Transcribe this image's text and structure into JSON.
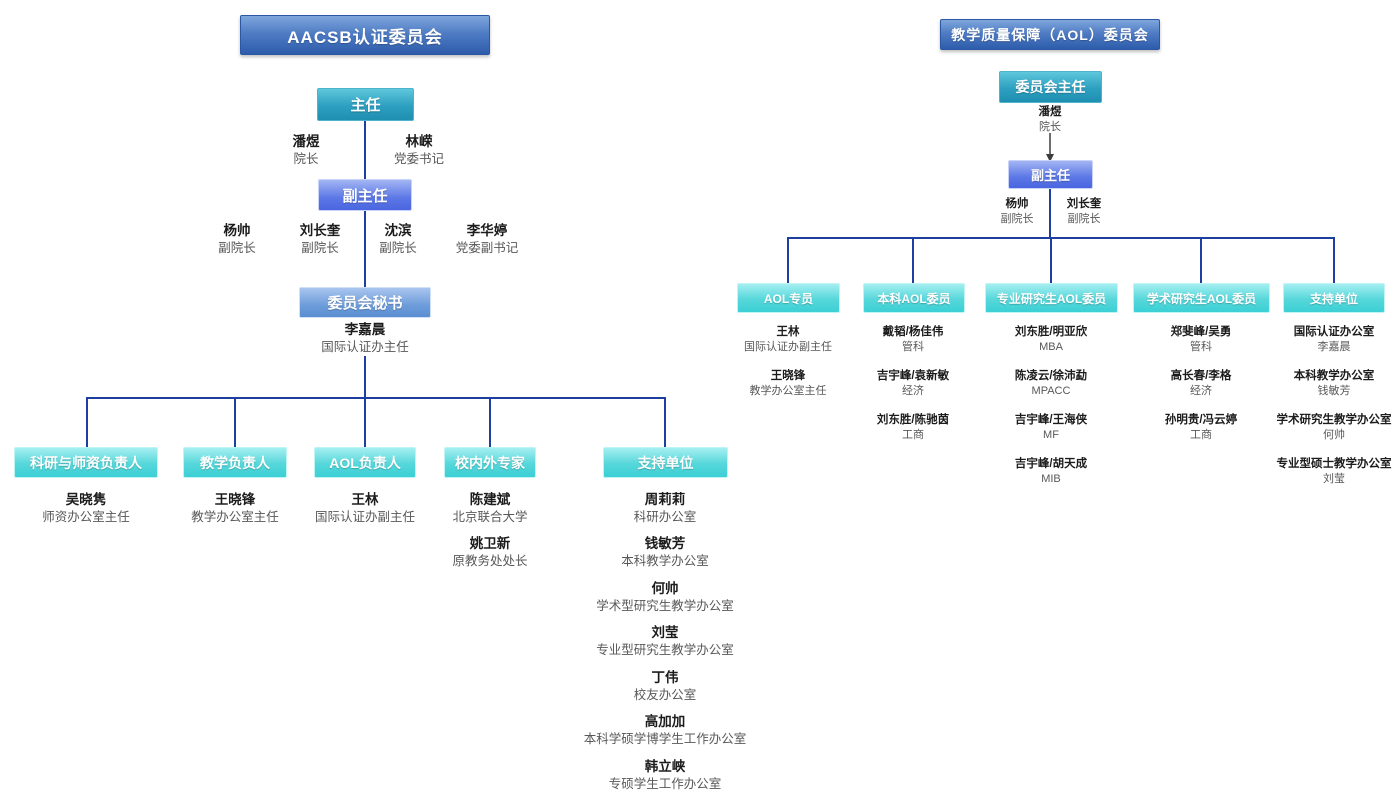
{
  "colors": {
    "header_blue_top": "#7fa6dc",
    "header_blue_bottom": "#2d5cab",
    "teal_top": "#5ec7dc",
    "teal_bottom": "#1e8fb0",
    "periwinkle_top": "#a3b5f3",
    "periwinkle_bottom": "#4a66e0",
    "secretary_blue_top": "#a9c5ef",
    "secretary_blue_bottom": "#5a8ed2",
    "cyan_top": "#a5eff1",
    "cyan_bottom": "#3bd0d5",
    "connector_navy": "#1e3fa0",
    "arrow_gray": "#3c3c3c",
    "name_text": "#1c1c1c",
    "role_text": "#585858"
  },
  "left_chart": {
    "title": "AACSB认证委员会",
    "director": {
      "label": "主任",
      "members": [
        {
          "name": "潘煜",
          "role": "院长"
        },
        {
          "name": "林嵘",
          "role": "党委书记"
        }
      ]
    },
    "deputy": {
      "label": "副主任",
      "members": [
        {
          "name": "杨帅",
          "role": "副院长"
        },
        {
          "name": "刘长奎",
          "role": "副院长"
        },
        {
          "name": "沈滨",
          "role": "副院长"
        },
        {
          "name": "李华婷",
          "role": "党委副书记"
        }
      ]
    },
    "secretary": {
      "label": "委员会秘书",
      "members": [
        {
          "name": "李嘉晨",
          "role": "国际认证办主任"
        }
      ]
    },
    "groups": [
      {
        "label": "科研与师资负责人",
        "members": [
          {
            "name": "吴晓隽",
            "role": "师资办公室主任"
          }
        ]
      },
      {
        "label": "教学负责人",
        "members": [
          {
            "name": "王晓锋",
            "role": "教学办公室主任"
          }
        ]
      },
      {
        "label": "AOL负责人",
        "members": [
          {
            "name": "王林",
            "role": "国际认证办副主任"
          }
        ]
      },
      {
        "label": "校内外专家",
        "members": [
          {
            "name": "陈建斌",
            "role": "北京联合大学"
          },
          {
            "name": "姚卫新",
            "role": "原教务处处长"
          }
        ]
      },
      {
        "label": "支持单位",
        "members": [
          {
            "name": "周莉莉",
            "role": "科研办公室"
          },
          {
            "name": "钱敏芳",
            "role": "本科教学办公室"
          },
          {
            "name": "何帅",
            "role": "学术型研究生教学办公室"
          },
          {
            "name": "刘莹",
            "role": "专业型研究生教学办公室"
          },
          {
            "name": "丁伟",
            "role": "校友办公室"
          },
          {
            "name": "高加加",
            "role": "本科学硕学博学生工作办公室"
          },
          {
            "name": "韩立峡",
            "role": "专硕学生工作办公室"
          }
        ]
      }
    ]
  },
  "right_chart": {
    "title": "教学质量保障（AOL）委员会",
    "director": {
      "label": "委员会主任",
      "members": [
        {
          "name": "潘煜",
          "role": "院长"
        }
      ]
    },
    "deputy": {
      "label": "副主任",
      "members": [
        {
          "name": "杨帅",
          "role": "副院长"
        },
        {
          "name": "刘长奎",
          "role": "副院长"
        }
      ]
    },
    "groups": [
      {
        "label": "AOL专员",
        "members": [
          {
            "name": "王林",
            "role": "国际认证办副主任"
          },
          {
            "name": "王晓锋",
            "role": "教学办公室主任"
          }
        ]
      },
      {
        "label": "本科AOL委员",
        "members": [
          {
            "name": "戴韬/杨佳伟",
            "role": "管科"
          },
          {
            "name": "吉宇峰/袁新敏",
            "role": "经济"
          },
          {
            "name": "刘东胜/陈驰茵",
            "role": "工商"
          }
        ]
      },
      {
        "label": "专业研究生AOL委员",
        "members": [
          {
            "name": "刘东胜/明亚欣",
            "role": "MBA"
          },
          {
            "name": "陈凌云/徐沛勐",
            "role": "MPACC"
          },
          {
            "name": "吉宇峰/王海侠",
            "role": "MF"
          },
          {
            "name": "吉宇峰/胡天成",
            "role": "MIB"
          }
        ]
      },
      {
        "label": "学术研究生AOL委员",
        "members": [
          {
            "name": "郑斐峰/吴勇",
            "role": "管科"
          },
          {
            "name": "高长春/李格",
            "role": "经济"
          },
          {
            "name": "孙明贵/冯云婷",
            "role": "工商"
          }
        ]
      },
      {
        "label": "支持单位",
        "members": [
          {
            "name": "国际认证办公室",
            "role": "李嘉晨"
          },
          {
            "name": "本科教学办公室",
            "role": "钱敏芳"
          },
          {
            "name": "学术研究生教学办公室",
            "role": "何帅"
          },
          {
            "name": "专业型硕士教学办公室",
            "role": "刘莹"
          }
        ]
      }
    ]
  }
}
